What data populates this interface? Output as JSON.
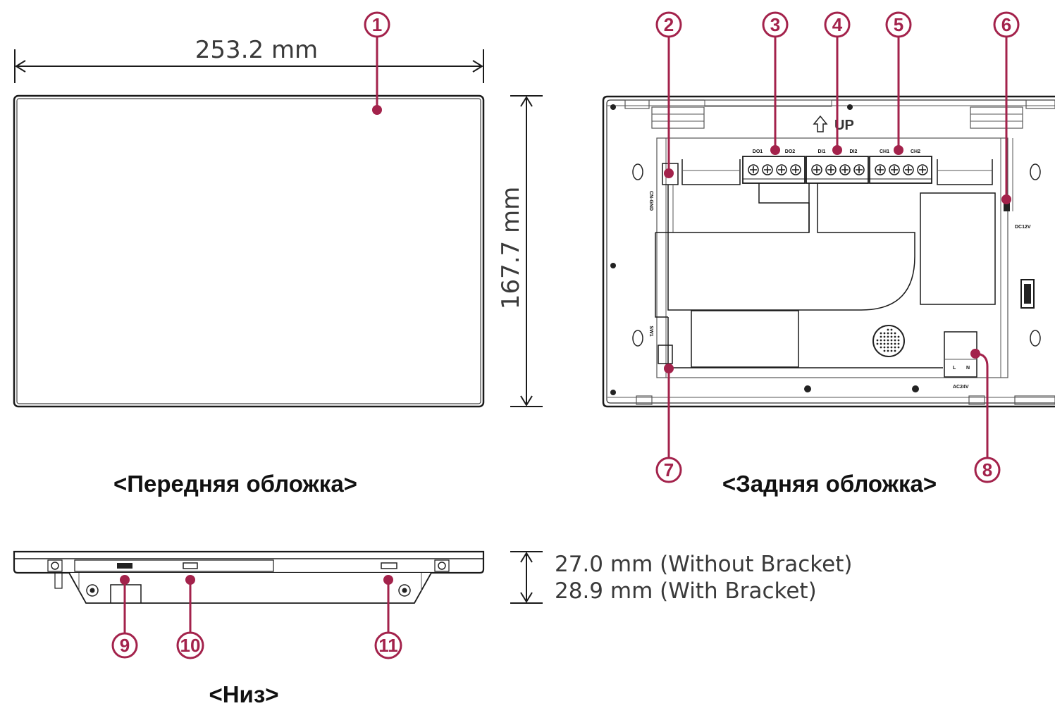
{
  "views": {
    "front": {
      "caption": "<Передняя обложка>",
      "width_label": "253.2 mm",
      "height_label": "167.7 mm"
    },
    "back": {
      "caption": "<Задняя обложка>"
    },
    "bottom": {
      "caption": "<Низ>",
      "depth_label_1": "27.0 mm (Without Bracket)",
      "depth_label_2": "28.9 mm (With Bracket)"
    }
  },
  "callouts": [
    {
      "number": "1"
    },
    {
      "number": "2"
    },
    {
      "number": "3"
    },
    {
      "number": "4"
    },
    {
      "number": "5"
    },
    {
      "number": "6"
    },
    {
      "number": "7"
    },
    {
      "number": "8"
    },
    {
      "number": "9"
    },
    {
      "number": "10"
    },
    {
      "number": "11"
    }
  ],
  "board_labels": {
    "up": "UP",
    "terminal_1a": "DO1",
    "terminal_1b": "DO2",
    "terminal_2a": "DI1",
    "terminal_2b": "DI2",
    "terminal_3a": "CH1",
    "terminal_3b": "CH2",
    "left_vertical": "CN-GND",
    "left_lower": "SW1",
    "right_power": "DC12V",
    "ac_l": "L",
    "ac_n": "N",
    "ac_label": "AC24V"
  },
  "colors": {
    "accent": "#a3224b",
    "line": "#1a1a1a"
  }
}
